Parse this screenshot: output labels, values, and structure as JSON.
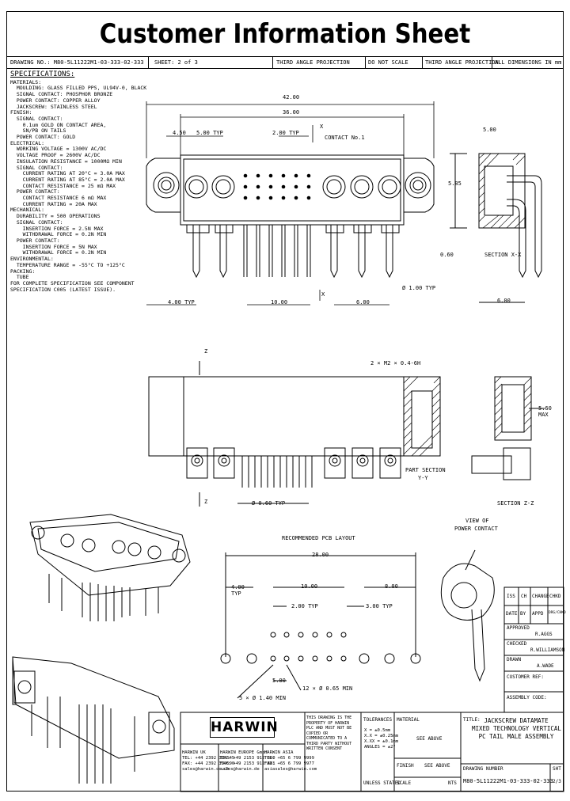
{
  "title": "Customer Information Sheet",
  "header": {
    "drawing_no": "DRAWING NO.: M80-5L11222M1-03-333-02-333",
    "sheet": "SHEET: 2 of 3",
    "projection": "THIRD ANGLE PROJECTION",
    "do_not_scale": "DO NOT SCALE",
    "first_angle": "THIRD ANGLE PROJECTION",
    "dimensions": "ALL DIMENSIONS IN mm"
  },
  "specifications": {
    "heading": "SPECIFICATIONS:",
    "lines": [
      "MATERIALS:",
      "  MOULDING: GLASS FILLED PPS, UL94V-0, BLACK",
      "  SIGNAL CONTACT: PHOSPHOR BRONZE",
      "  POWER CONTACT: COPPER ALLOY",
      "  JACKSCREW: STAINLESS STEEL",
      "FINISH:",
      "  SIGNAL CONTACT:",
      "    0.1um GOLD ON CONTACT AREA,",
      "    SN/PB ON TAILS",
      "  POWER CONTACT: GOLD",
      "ELECTRICAL:",
      "  WORKING VOLTAGE = 1300V AC/DC",
      "  VOLTAGE PROOF = 2600V AC/DC",
      "  INSULATION RESISTANCE = 1000MΩ MIN",
      "  SIGNAL CONTACT:",
      "    CURRENT RATING AT 20°C = 3.0A MAX",
      "    CURRENT RATING AT 85°C = 2.0A MAX",
      "    CONTACT RESISTANCE = 25 mΩ MAX",
      "  POWER CONTACT:",
      "    CONTACT RESISTANCE 6 mΩ MAX",
      "    CURRENT RATING = 20A MAX",
      "MECHANICAL:",
      "  DURABILITY = 500 OPERATIONS",
      "  SIGNAL CONTACT:",
      "    INSERTION FORCE = 2.5N MAX",
      "    WITHDRAWAL FORCE = 0.2N MIN",
      "  POWER CONTACT:",
      "    INSERTION FORCE = 5N MAX",
      "    WITHDRAWAL FORCE = 0.2N MIN",
      "ENVIRONMENTAL:",
      "  TEMPERATURE RANGE = -55°C TO +125°C",
      "PACKING:",
      "  TUBE",
      "FOR COMPLETE SPECIFICATION SEE COMPONENT",
      "SPECIFICATION C005 (LATEST ISSUE)."
    ]
  },
  "dims": {
    "overall": "42.00",
    "inner": "36.00",
    "d_450": "4.50",
    "d_500typ": "5.00 TYP",
    "d_200typ": "2.00 TYP",
    "contact1": "CONTACT No.1",
    "x_letter": "X",
    "d_500": "5.00",
    "d_585": "5.85",
    "d_060": "0.60",
    "section_xx": "SECTION X-X",
    "d_400typ": "4.00 TYP",
    "d_1000": "10.00",
    "d_600": "6.00",
    "d_pin_typ": "Ø 1.00 TYP",
    "d_600_side": "6.00",
    "z_letter": "Z",
    "m2": "2 × M2 × 0.4-6H",
    "d_560max": "5.60 MAX",
    "part_section": "PART SECTION",
    "y_y": "Y-Y",
    "d_060typ": "Ø 0.60 TYP",
    "section_zz": "SECTION Z-Z",
    "view_of": "VIEW OF",
    "power_contact": "POWER CONTACT",
    "pcb_layout": "RECOMMENDED PCB LAYOUT",
    "pcb_2800": "28.00",
    "pcb_400typ": "4.00 TYP",
    "pcb_1000": "10.00",
    "pcb_800": "8.00",
    "pcb_200typ": "2.00 TYP",
    "pcb_300typ": "3.00 TYP",
    "pcb_500": "5.00",
    "pcb_holes": "12 × Ø 0.65 MIN",
    "pcb_pwr_holes": "5 × Ø 1.40 MIN"
  },
  "revision": {
    "cols": [
      "ISS",
      "CH",
      "CHANGE",
      "CHKD"
    ],
    "row": [
      "DATE",
      "BY",
      "APPD",
      "DRG/CHKD"
    ],
    "approved": "APPROVED",
    "approved_by": "R.AGGS",
    "checked": "CHECKED",
    "checked_by": "R.WILLIAMSON",
    "drawn": "DRAWN",
    "drawn_by": "A.WADE",
    "customer_ref": "CUSTOMER REF:",
    "assembly": "ASSEMBLY CODE:"
  },
  "title_block": {
    "logo": "HARWIN",
    "offices": [
      [
        "HARWIN UK",
        "TEL: +44 2392 314545",
        "FAX: +44 2392 314590",
        "sales@harwin.co.uk"
      ],
      [
        "HARWIN EUROPE GmbH",
        "TEL: +49 2153 912 880",
        "FAX: +49 2153 912 881",
        "sales@harwin.de"
      ],
      [
        "HARWIN ASIA",
        "TEL: +65 6 799 9999",
        "FAX: +65 6 799 9977",
        "asiasales@harwin.com"
      ]
    ],
    "notice": "THIS DRAWING IS THE PROPERTY OF HARWIN PLC AND MUST NOT BE COPIED OR COMMUNICATED TO A THIRD PARTY WITHOUT WRITTEN CONSENT",
    "tolerances": "TOLERANCES",
    "tol_lines": [
      "X = ±0.5mm",
      "X.X = ±0.25mm",
      "X.XX = ±0.1mm",
      "ANGLES = ±2°"
    ],
    "unless": "UNLESS STATED",
    "material": "MATERIAL",
    "see_above": "SEE ABOVE",
    "finish": "FINISH",
    "see_above2": "SEE ABOVE",
    "scale": "SCALE",
    "scale_val": "NTS",
    "title_lbl": "TITLE:",
    "title_lines": [
      "JACKSCREW DATAMATE",
      "MIXED TECHNOLOGY VERTICAL",
      "PC TAIL MALE ASSEMBLY"
    ],
    "drawing_number_lbl": "DRAWING NUMBER",
    "drawing_number": "M80-5L11222M1-03-333-02-333",
    "sheet_lbl": "SHT",
    "sheet_val": "2/3"
  }
}
